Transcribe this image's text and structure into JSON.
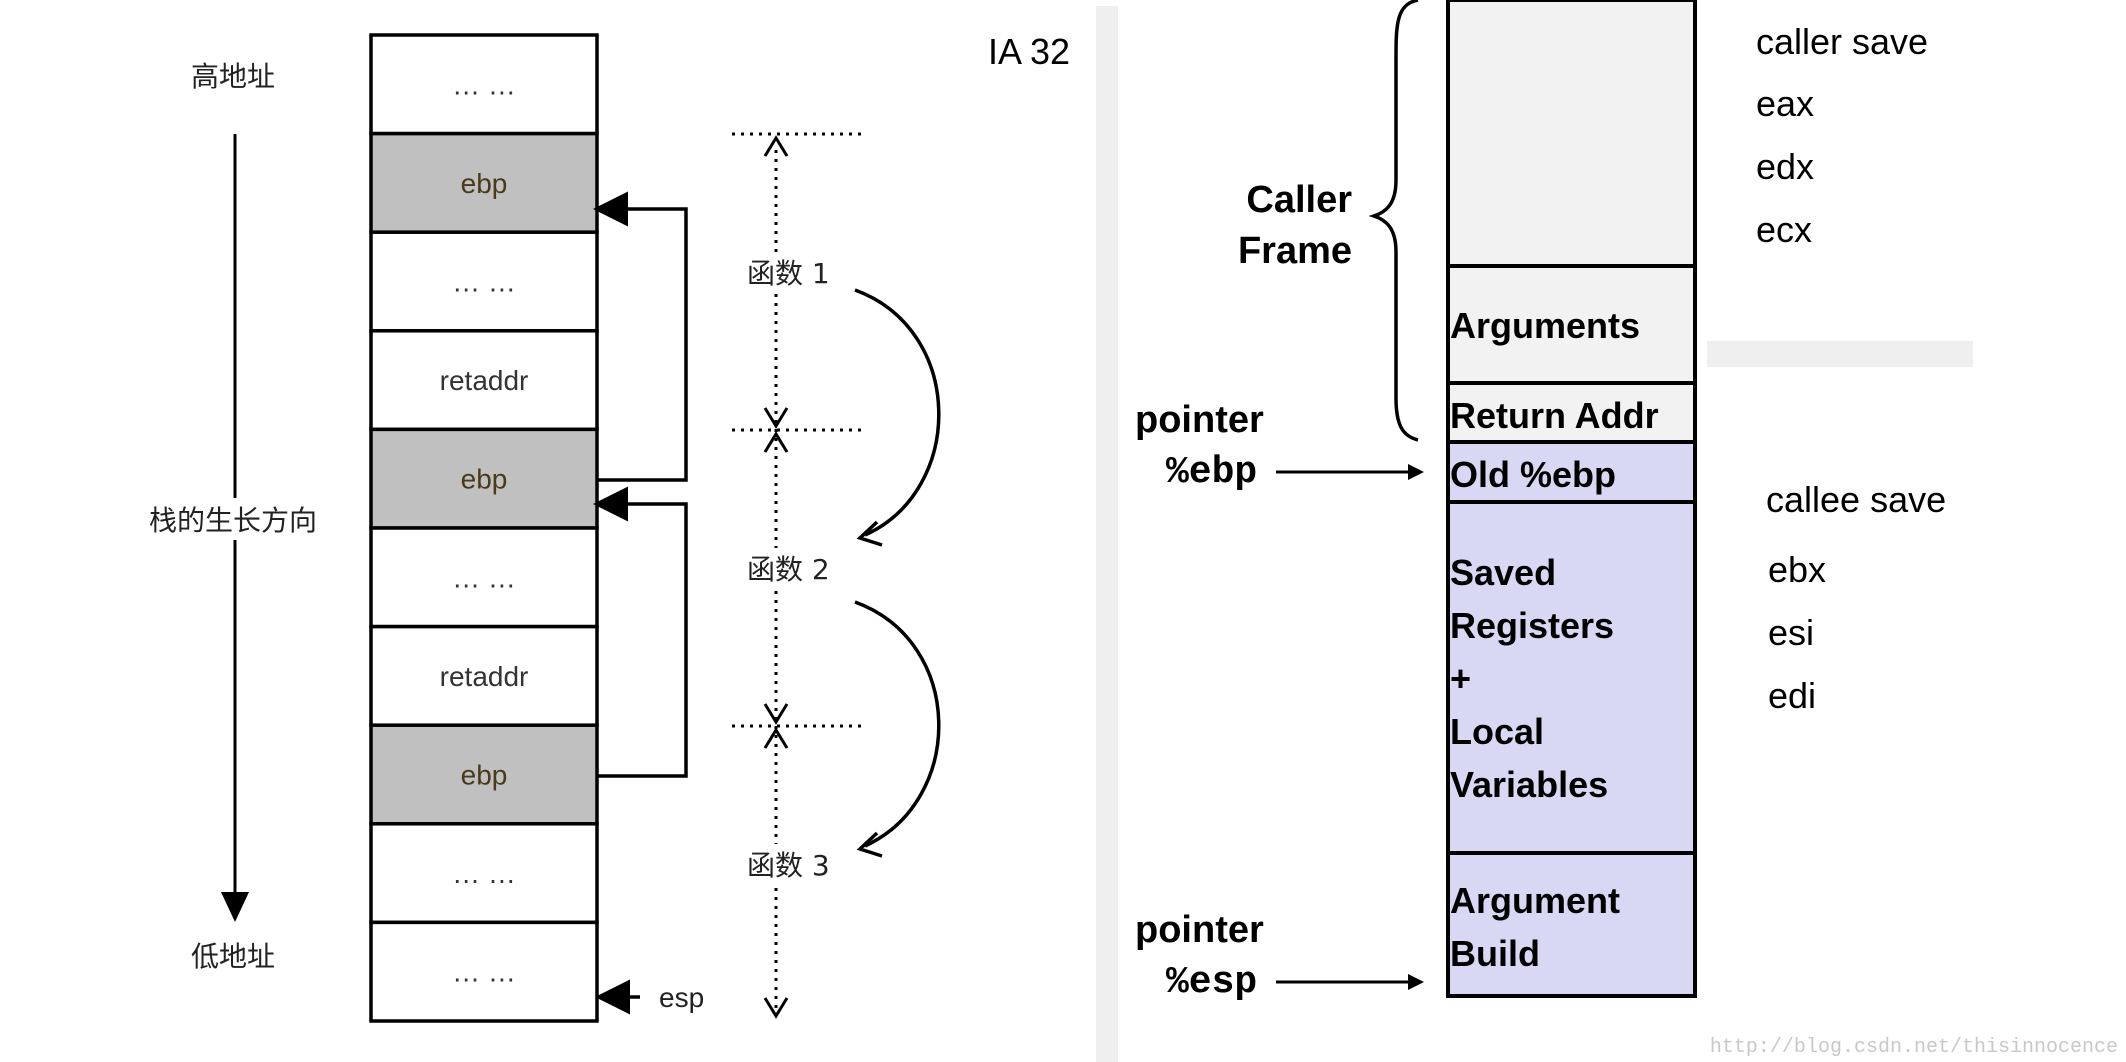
{
  "left": {
    "title": "IA 32",
    "high_address": "高地址",
    "low_address": "低地址",
    "growth_direction": "栈的生长方向",
    "esp_label": "esp",
    "cells": [
      "… …",
      "ebp",
      "… …",
      "retaddr",
      "ebp",
      "… …",
      "retaddr",
      "ebp",
      "… …",
      "… …"
    ],
    "functions": [
      "函数 1",
      "函数 2",
      "函数 3"
    ],
    "colors": {
      "frame_pointer_fill": "#c0c0c0",
      "frame_pointer_border": "#7a6a4a"
    }
  },
  "right": {
    "caller_frame": [
      "Caller",
      "Frame"
    ],
    "blocks": {
      "arguments": "Arguments",
      "return_addr": "Return Addr",
      "old_ebp": "Old %ebp",
      "saved_registers": [
        "Saved",
        "Registers",
        "+",
        "Local",
        "Variables"
      ],
      "argument_build": [
        "Argument",
        "Build"
      ]
    },
    "ebp_pointer": {
      "label": "pointer",
      "register": "%ebp"
    },
    "esp_pointer": {
      "label": "pointer",
      "register": "%esp"
    },
    "caller_save": {
      "title": "caller save",
      "registers": [
        "eax",
        "edx",
        "ecx"
      ]
    },
    "callee_save": {
      "title": "callee save",
      "registers": [
        "ebx",
        "esi",
        "edi"
      ]
    },
    "colors": {
      "caller_fill": "#f2f2f2",
      "callee_fill": "#d8d8f4"
    }
  },
  "watermark": "http://blog.csdn.net/thisinnocence"
}
